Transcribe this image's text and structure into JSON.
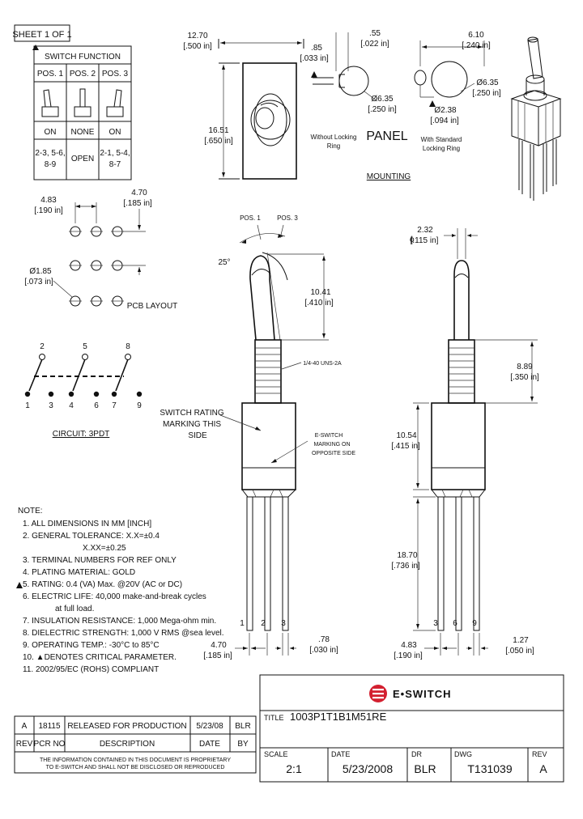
{
  "sheet": "SHEET 1 OF 1",
  "switch_function": {
    "title": "SWITCH FUNCTION",
    "positions": [
      "POS. 1",
      "POS. 2",
      "POS. 3"
    ],
    "states": [
      "ON",
      "NONE",
      "ON"
    ],
    "connections": [
      [
        "2-3, 5-6,",
        "8-9"
      ],
      [
        "OPEN"
      ],
      [
        "2-1, 5-4,",
        "8-7"
      ]
    ]
  },
  "top_view": {
    "width_mm": "12.70",
    "width_in": "[.500 in]",
    "height_mm": "16.51",
    "height_in": "[.650 in]"
  },
  "panel": {
    "dim_085": ".85",
    "dim_085_in": "[.033 in]",
    "dim_055": ".55",
    "dim_055_in": "[.022 in]",
    "hole1": "Ø6.35",
    "hole1_in": "[.250 in]",
    "caption_left_1": "Without Locking",
    "caption_left_2": "Ring",
    "panel_label": "PANEL",
    "mounting_label": "MOUNTING",
    "dim_610": "6.10",
    "dim_610_in": "[.240 in]",
    "hole2": "Ø6.35",
    "hole2_in": "[.250 in]",
    "hole3": "Ø2.38",
    "hole3_in": "[.094 in]",
    "caption_right_1": "With Standard",
    "caption_right_2": "Locking Ring"
  },
  "pcb": {
    "dim_483": "4.83",
    "dim_483_in": "[.190 in]",
    "dim_470": "4.70",
    "dim_470_in": "[.185 in]",
    "hole": "Ø1.85",
    "hole_in": "[.073 in]",
    "label": "PCB LAYOUT"
  },
  "circuit": {
    "top_numbers": [
      "2",
      "5",
      "8"
    ],
    "bottom_numbers": [
      "1",
      "3",
      "4",
      "6",
      "7",
      "9"
    ],
    "label": "CIRCUIT: 3PDT"
  },
  "side_view": {
    "pos1": "POS. 1",
    "pos3": "POS. 3",
    "angle": "25°",
    "dim_1041": "10.41",
    "dim_1041_in": "[.410 in]",
    "thread": "1/4-40 UNS-2A",
    "rating_note": [
      "SWITCH RATING",
      "MARKING THIS",
      "SIDE"
    ],
    "terminals": [
      "1",
      "2",
      "3"
    ],
    "dim_470": "4.70",
    "dim_470_in": "[.185 in]",
    "dim_078": ".78",
    "dim_078_in": "[.030 in]"
  },
  "front_view": {
    "dim_232": "2.32",
    "dim_232_in": "[.115 in]",
    "dim_889": "8.89",
    "dim_889_in": "[.350 in]",
    "dim_1054": "10.54",
    "dim_1054_in": "[.415 in]",
    "eswitch_note": [
      "E-SWITCH",
      "MARKING ON",
      "OPPOSITE SIDE"
    ],
    "dim_1870": "18.70",
    "dim_1870_in": "[.736 in]",
    "terminals": [
      "3",
      "6",
      "9"
    ],
    "dim_483": "4.83",
    "dim_483_in": "[.190 in]",
    "dim_127": "1.27",
    "dim_127_in": "[.050 in]"
  },
  "notes": {
    "title": "NOTE:",
    "items": [
      "1. ALL DIMENSIONS IN MM [INCH]",
      "2. GENERAL TOLERANCE: X.X=±0.4",
      "X.XX=±0.25",
      "3. TERMINAL NUMBERS FOR REF ONLY",
      "4. PLATING MATERIAL: GOLD",
      "5. RATING: 0.4 (VA) Max. @20V (AC or DC)",
      "6. ELECTRIC LIFE: 40,000 make-and-break cycles",
      "at full load.",
      "7. INSULATION RESISTANCE: 1,000 Mega-ohm min.",
      "8. DIELECTRIC STRENGTH: 1,000 V RMS @sea level.",
      "9. OPERATING TEMP.: -30°C to 85°C",
      "10. ▲DENOTES CRITICAL PARAMETER.",
      "11. 2002/95/EC (ROHS) COMPLIANT"
    ]
  },
  "title_block": {
    "company": "E•SWITCH",
    "title_label": "TITLE",
    "title": "1003P1T1B1M51RE",
    "scale_label": "SCALE",
    "scale": "2:1",
    "date_label": "DATE",
    "date": "5/23/2008",
    "dr_label": "DR",
    "dr": "BLR",
    "dwg_label": "DWG",
    "dwg": "T131039",
    "rev_label": "REV",
    "rev": "A"
  },
  "revision_table": {
    "row": [
      "A",
      "18115",
      "RELEASED FOR PRODUCTION",
      "5/23/08",
      "BLR"
    ],
    "headers": [
      "REV",
      "PCR NO",
      "DESCRIPTION",
      "DATE",
      "BY"
    ]
  },
  "disclaimer": [
    "THE INFORMATION CONTAINED IN THIS DOCUMENT IS PROPRIETARY",
    "TO E-SWITCH AND SHALL NOT BE DISCLOSED OR REPRODUCED"
  ]
}
